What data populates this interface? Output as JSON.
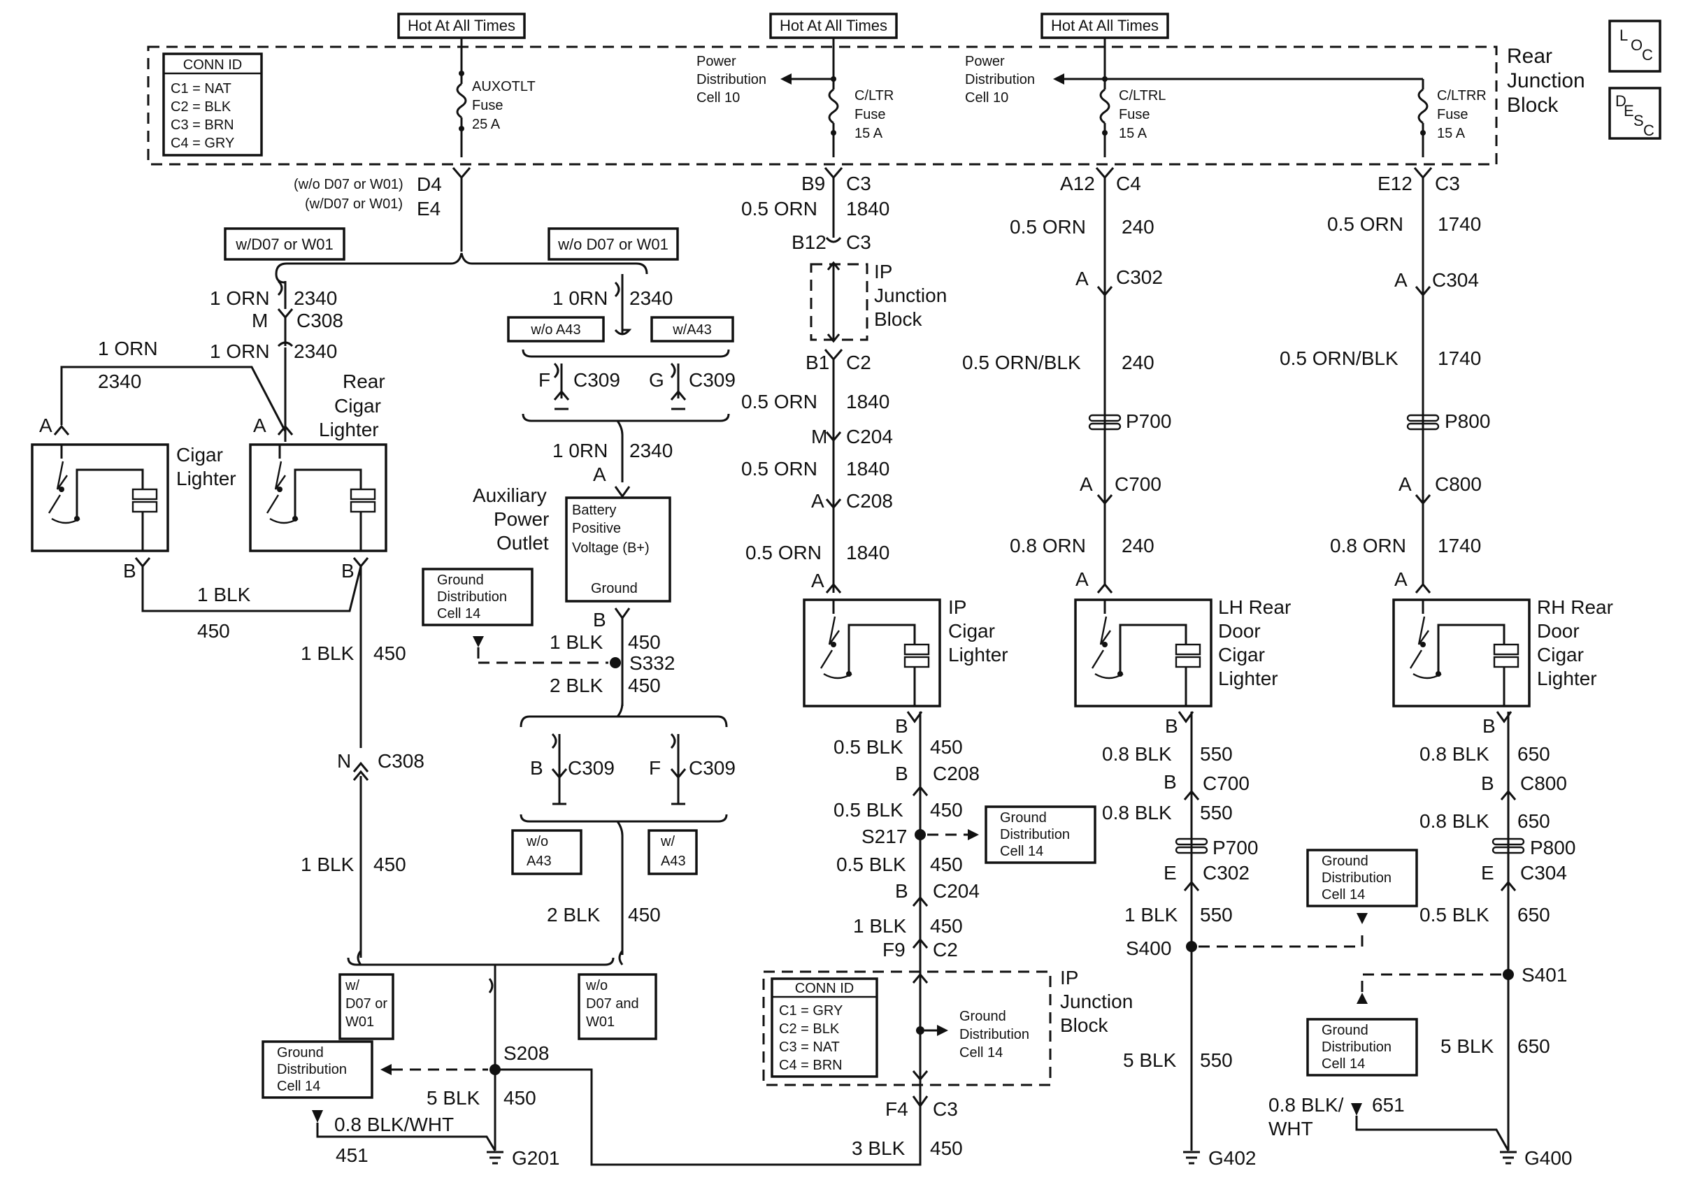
{
  "rear_junction_block": {
    "label": [
      "Rear",
      "Junction",
      "Block"
    ],
    "conn_id": {
      "header": "CONN ID",
      "rows": [
        "C1 = NAT",
        "C2 = BLK",
        "C3 = BRN",
        "C4 = GRY"
      ]
    },
    "hot_labels": [
      "Hot At All Times",
      "Hot At All Times",
      "Hot At All Times"
    ],
    "fuses": [
      {
        "lines": [
          "AUXOTLT",
          "Fuse",
          "25 A"
        ]
      },
      {
        "lines": [
          "C/LTR",
          "Fuse",
          "15 A"
        ]
      },
      {
        "lines": [
          "C/LTRL",
          "Fuse",
          "15 A"
        ]
      },
      {
        "lines": [
          "C/LTRR",
          "Fuse",
          "15 A"
        ]
      }
    ],
    "power_dist": [
      {
        "lines": [
          "Power",
          "Distribution",
          "Cell 10"
        ]
      },
      {
        "lines": [
          "Power",
          "Distribution",
          "Cell 10"
        ]
      }
    ]
  },
  "legend_icons": {
    "loc": [
      "L",
      "O",
      "C"
    ],
    "desc": [
      "D",
      "E",
      "S",
      "C"
    ]
  },
  "left_circuit": {
    "pin_d4_note": "(w/o D07 or W01)",
    "pin_d4": "D4",
    "pin_e4_note": "(w/D07 or W01)",
    "pin_e4": "E4",
    "opt_left": "w/D07 or W01",
    "opt_right": "w/o D07 or W01",
    "wire_1orn_2340_a": [
      "1 ORN",
      "2340"
    ],
    "conn_m_c308": [
      "M",
      "C308"
    ],
    "wire_1orn_2340_b": [
      "1 ORN",
      "2340"
    ],
    "wire_1orn_left": [
      "1 ORN",
      "2340"
    ],
    "rear_cigar": [
      "Rear",
      "Cigar",
      "Lighter"
    ],
    "cigar": [
      "Cigar",
      "Lighter"
    ],
    "pin_a": "A",
    "pin_b": "B",
    "wire_1blk_450_bottom": [
      "1 BLK",
      "450"
    ],
    "wire_1blk_450_v1": [
      "1 BLK",
      "450"
    ],
    "conn_n_c308": [
      "N",
      "C308"
    ],
    "wire_1blk_450_v2": [
      "1 BLK",
      "450"
    ]
  },
  "aux_circuit": {
    "wire_10rn_2340": [
      "1 0RN",
      "2340"
    ],
    "opt_wo_a43": "w/o A43",
    "opt_w_a43": "w/A43",
    "c309_f": [
      "F",
      "C309"
    ],
    "c309_g": [
      "G",
      "C309"
    ],
    "wire_10rn_2340_b": [
      "1 0RN",
      "2340"
    ],
    "pin_a": "A",
    "aux_label": [
      "Auxiliary",
      "Power",
      "Outlet"
    ],
    "outlet_box": [
      "Battery",
      "Positive",
      "Voltage (B+)",
      "Ground"
    ],
    "pin_b": "B",
    "wire_1blk_450": [
      "1 BLK",
      "450"
    ],
    "splice": "S332",
    "wire_2blk_450": [
      "2 BLK",
      "450"
    ],
    "ground_box": [
      "Ground",
      "Distribution",
      "Cell 14"
    ],
    "c309_b": [
      "B",
      "C309"
    ],
    "c309_f2": [
      "F",
      "C309"
    ],
    "opt_wo_a43_2": [
      "w/o",
      "A43"
    ],
    "opt_w_a43_2": [
      "w/",
      "A43"
    ],
    "wire_2blk_450_b": [
      "2 BLK",
      "450"
    ]
  },
  "bottom_left": {
    "opt_w": [
      "w/",
      "D07 or",
      "W01"
    ],
    "opt_wo": [
      "w/o",
      "D07 and",
      "W01"
    ],
    "splice": "S208",
    "ground_box": [
      "Ground",
      "Distribution",
      "Cell 14"
    ],
    "wire_5blk_450": [
      "5 BLK",
      "450"
    ],
    "wire_08_blkwht": "0.8 BLK/WHT",
    "circuit_451": "451",
    "ground": "G201"
  },
  "ip_circuit": {
    "b9_c3": [
      "B9",
      "C3"
    ],
    "wire_05orn_1840_a": [
      "0.5 ORN",
      "1840"
    ],
    "b12_c3": [
      "B12",
      "C3"
    ],
    "ip_jb": [
      "IP",
      "Junction",
      "Block"
    ],
    "b1_c2": [
      "B1",
      "C2"
    ],
    "wire_05orn_1840_b": [
      "0.5 ORN",
      "1840"
    ],
    "m_c204": [
      "M",
      "C204"
    ],
    "wire_05orn_1840_c": [
      "0.5 ORN",
      "1840"
    ],
    "a_c208": [
      "A",
      "C208"
    ],
    "wire_05orn_1840_d": [
      "0.5 ORN",
      "1840"
    ],
    "pin_a": "A",
    "ip_cigar": [
      "IP",
      "Cigar",
      "Lighter"
    ],
    "pin_b": "B",
    "wire_05blk_450_a": [
      "0.5 BLK",
      "450"
    ],
    "b_c208": [
      "B",
      "C208"
    ],
    "wire_05blk_450_b": [
      "0.5 BLK",
      "450"
    ],
    "splice": "S217",
    "ground_box": [
      "Ground",
      "Distribution",
      "Cell 14"
    ],
    "wire_05blk_450_c": [
      "0.5 BLK",
      "450"
    ],
    "b_c204": [
      "B",
      "C204"
    ],
    "wire_1blk_450": [
      "1 BLK",
      "450"
    ],
    "f9_c2": [
      "F9",
      "C2"
    ],
    "ip_jb_conn": {
      "header": "CONN ID",
      "rows": [
        "C1 = GRY",
        "C2 = BLK",
        "C3 = NAT",
        "C4 = BRN"
      ]
    },
    "ip_jb_ground": [
      "Ground",
      "Distribution",
      "Cell 14"
    ],
    "ip_jb_label": [
      "IP",
      "Junction",
      "Block"
    ],
    "f4_c3": [
      "F4",
      "C3"
    ],
    "wire_3blk_450": [
      "3 BLK",
      "450"
    ]
  },
  "lh_circuit": {
    "a12_c4": [
      "A12",
      "C4"
    ],
    "wire_05orn_240": [
      "0.5 ORN",
      "240"
    ],
    "a_c302": [
      "A",
      "C302"
    ],
    "wire_05ornblk_240": [
      "0.5 ORN/BLK",
      "240"
    ],
    "p700": "P700",
    "a_c700": [
      "A",
      "C700"
    ],
    "wire_08orn_240": [
      "0.8 ORN",
      "240"
    ],
    "pin_a": "A",
    "lighter": [
      "LH Rear",
      "Door",
      "Cigar",
      "Lighter"
    ],
    "pin_b": "B",
    "wire_08blk_550_a": [
      "0.8 BLK",
      "550"
    ],
    "b_c700": [
      "B",
      "C700"
    ],
    "wire_08blk_550_b": [
      "0.8 BLK",
      "550"
    ],
    "p700_b": "P700",
    "e_c302": [
      "E",
      "C302"
    ],
    "wire_1blk_550": [
      "1 BLK",
      "550"
    ],
    "splice": "S400",
    "wire_5blk_550": [
      "5 BLK",
      "550"
    ],
    "ground": "G402"
  },
  "rh_circuit": {
    "e12_c3": [
      "E12",
      "C3"
    ],
    "wire_05orn_1740": [
      "0.5 ORN",
      "1740"
    ],
    "a_c304": [
      "A",
      "C304"
    ],
    "wire_05ornblk_1740": [
      "0.5 ORN/BLK",
      "1740"
    ],
    "p800": "P800",
    "a_c800": [
      "A",
      "C800"
    ],
    "wire_08orn_1740": [
      "0.8 ORN",
      "1740"
    ],
    "pin_a": "A",
    "lighter": [
      "RH Rear",
      "Door",
      "Cigar",
      "Lighter"
    ],
    "pin_b": "B",
    "wire_08blk_650_a": [
      "0.8 BLK",
      "650"
    ],
    "b_c800": [
      "B",
      "C800"
    ],
    "wire_08blk_650_b": [
      "0.8 BLK",
      "650"
    ],
    "p800_b": "P800",
    "e_c304": [
      "E",
      "C304"
    ],
    "wire_05blk_650": [
      "0.5 BLK",
      "650"
    ],
    "ground_box_s400": [
      "Ground",
      "Distribution",
      "Cell 14"
    ],
    "splice": "S401",
    "ground_box_s401": [
      "Ground",
      "Distribution",
      "Cell 14"
    ],
    "wire_5blk_650": [
      "5 BLK",
      "650"
    ],
    "wire_08blkwht": [
      "0.8 BLK/",
      "WHT"
    ],
    "circuit_651": "651",
    "ground": "G400"
  }
}
